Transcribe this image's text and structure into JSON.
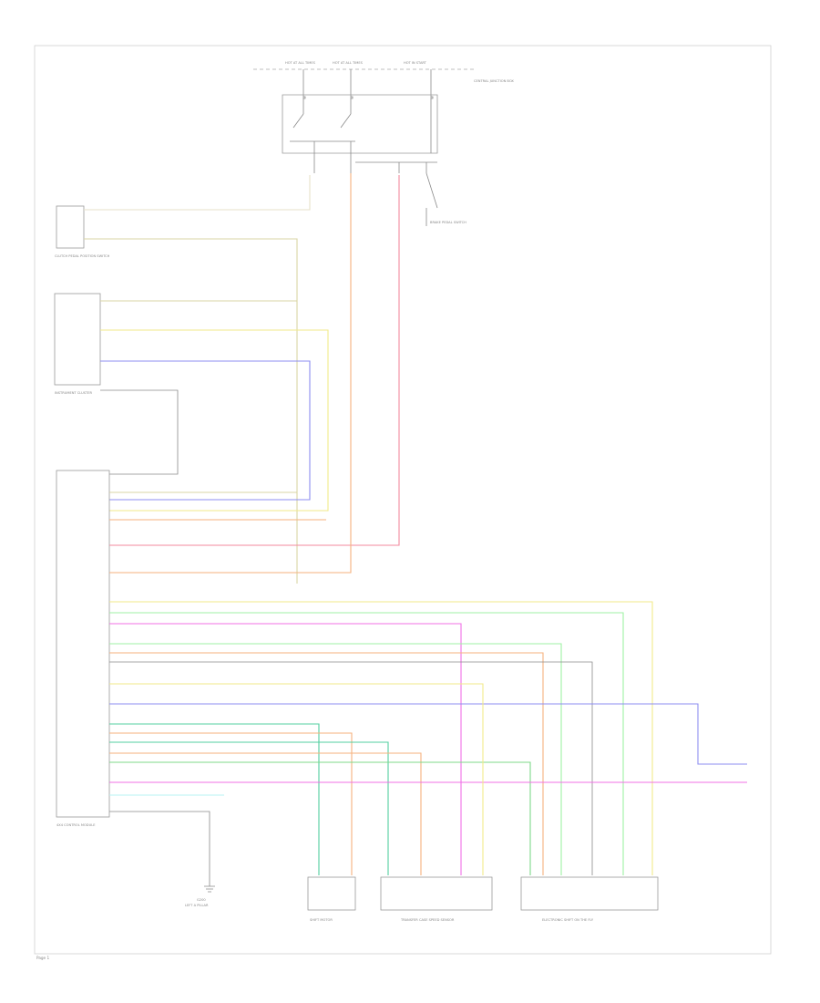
{
  "colors": {
    "tan": "#d9d4a4",
    "yellow": "#f2ea8a",
    "blue": "#8c8ef0",
    "orange": "#f6b27e",
    "red": "#f38a9e",
    "magenta": "#f070e6",
    "lightgreen": "#9ff2a4",
    "teal": "#53cfa0",
    "cyan": "#b7f3f3",
    "green": "#7fd98a",
    "gray": "#8a8a8a"
  },
  "labels": {
    "top_fuse_1": "HOT AT ALL TIMES",
    "top_fuse_2": "HOT AT ALL TIMES",
    "top_fuse_3": "HOT IN START",
    "fuse_note": "CENTRAL JUNCTION BOX",
    "clutch_switch": "CLUTCH PEDAL POSITION SWITCH",
    "brake_switch": "BRAKE PEDAL SWITCH",
    "cluster": "INSTRUMENT CLUSTER",
    "control_module": "4X4 CONTROL MODULE",
    "ground": "G200",
    "ground_loc": "LEFT A PILLAR",
    "motor1": "SHIFT MOTOR",
    "motor2": "TRANSFER CASE SPEED SENSOR",
    "motor3": "ELECTRONIC SHIFT ON THE FLY",
    "page": "Page 1"
  }
}
